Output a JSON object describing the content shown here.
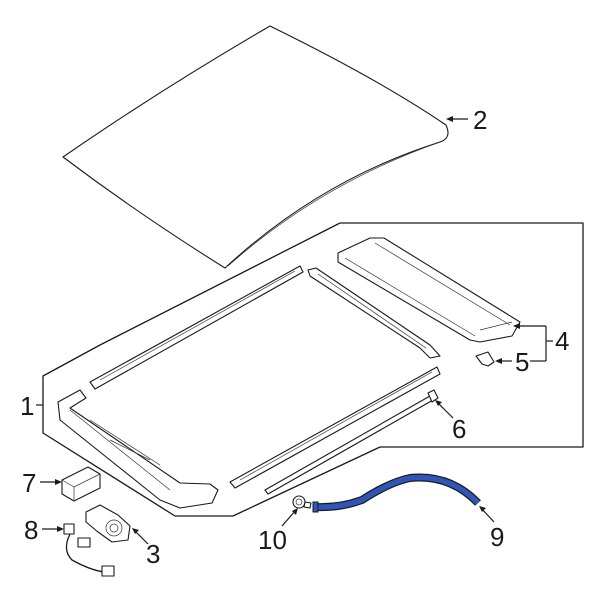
{
  "diagram": {
    "title": "Sunroof assembly exploded parts diagram",
    "highlight_color": "#2f55b8",
    "line_color": "#1a1a1a",
    "callouts": [
      {
        "id": "1",
        "label": "1",
        "part": "sunroof-frame-assembly"
      },
      {
        "id": "2",
        "label": "2",
        "part": "roof-glass-panel"
      },
      {
        "id": "3",
        "label": "3",
        "part": "sunroof-motor"
      },
      {
        "id": "4",
        "label": "4",
        "part": "sunshade-assembly"
      },
      {
        "id": "5",
        "label": "5",
        "part": "sunshade-clip"
      },
      {
        "id": "6",
        "label": "6",
        "part": "guide-rail"
      },
      {
        "id": "7",
        "label": "7",
        "part": "control-module"
      },
      {
        "id": "8",
        "label": "8",
        "part": "wiring-harness"
      },
      {
        "id": "9",
        "label": "9",
        "part": "drain-hose",
        "highlighted": true
      },
      {
        "id": "10",
        "label": "10",
        "part": "drain-hose-connector"
      }
    ]
  }
}
